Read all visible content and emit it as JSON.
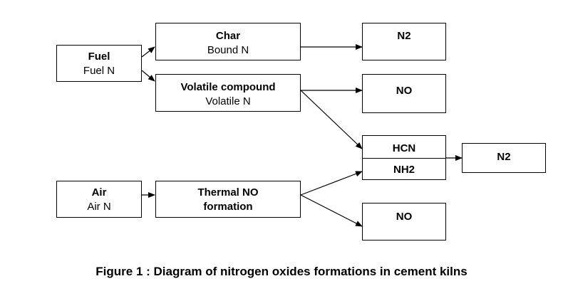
{
  "nodes": {
    "fuel": {
      "title": "Fuel",
      "subtitle": "Fuel N"
    },
    "char": {
      "title": "Char",
      "subtitle": "Bound N"
    },
    "volatile": {
      "title": "Volatile compound",
      "subtitle": "Volatile N"
    },
    "n2_top": {
      "title": "N2"
    },
    "no_top": {
      "title": "NO"
    },
    "hcn": {
      "title": "HCN"
    },
    "nh2": {
      "title": "NH2"
    },
    "n2_right": {
      "title": "N2"
    },
    "air": {
      "title": "Air",
      "subtitle": "Air N"
    },
    "thermal": {
      "title_line1": "Thermal NO",
      "title_line2": "formation"
    },
    "no_bottom": {
      "title": "NO"
    }
  },
  "edges": [
    [
      "fuel",
      "char"
    ],
    [
      "fuel",
      "volatile"
    ],
    [
      "char",
      "n2_top"
    ],
    [
      "volatile",
      "no_top"
    ],
    [
      "volatile",
      "hcn_nh2"
    ],
    [
      "hcn_nh2",
      "n2_right"
    ],
    [
      "air",
      "thermal"
    ],
    [
      "thermal",
      "hcn_nh2"
    ],
    [
      "thermal",
      "no_bottom"
    ]
  ],
  "caption": "Figure 1 : Diagram of nitrogen oxides formations in cement kilns"
}
